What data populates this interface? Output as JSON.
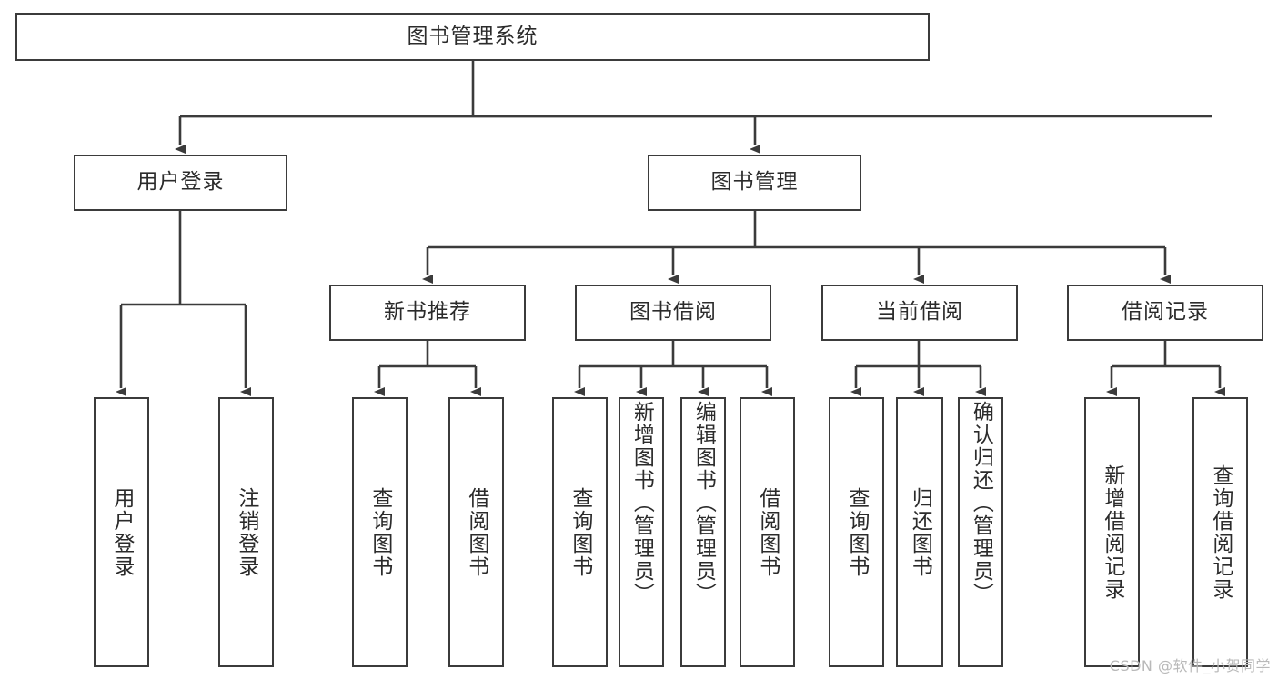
{
  "diagram": {
    "title": "图书管理系统",
    "type": "tree",
    "watermark": "CSDN @软件_小贺同学",
    "colors": {
      "box_border": "#3b3b3b",
      "box_fill": "#ffffff",
      "edge": "#3b3b3b",
      "text": "#2b2b2b",
      "watermark": "#b9b9b9",
      "background": "#ffffff"
    },
    "nodes": {
      "root": {
        "label": "图书管理系统"
      },
      "level2": [
        {
          "id": "user-login",
          "label": "用户登录"
        },
        {
          "id": "book-manage",
          "label": "图书管理"
        }
      ],
      "level3": [
        {
          "id": "new-book-recommend",
          "label": "新书推荐"
        },
        {
          "id": "book-borrow",
          "label": "图书借阅"
        },
        {
          "id": "current-borrow",
          "label": "当前借阅"
        },
        {
          "id": "borrow-record",
          "label": "借阅记录"
        }
      ],
      "leaves": [
        {
          "id": "leaf-user-login",
          "label": "用户登录",
          "parent": "user-login"
        },
        {
          "id": "leaf-logout",
          "label": "注销登录",
          "parent": "user-login"
        },
        {
          "id": "leaf-query-book-1",
          "label": "查询图书",
          "parent": "new-book-recommend"
        },
        {
          "id": "leaf-borrow-book-1",
          "label": "借阅图书",
          "parent": "new-book-recommend"
        },
        {
          "id": "leaf-query-book-2",
          "label": "查询图书",
          "parent": "book-borrow"
        },
        {
          "id": "leaf-add-book",
          "label": "新增图书（管理员）",
          "parent": "book-borrow"
        },
        {
          "id": "leaf-edit-book",
          "label": "编辑图书（管理员）",
          "parent": "book-borrow"
        },
        {
          "id": "leaf-borrow-book-2",
          "label": "借阅图书",
          "parent": "book-borrow"
        },
        {
          "id": "leaf-query-book-3",
          "label": "查询图书",
          "parent": "current-borrow"
        },
        {
          "id": "leaf-return-book",
          "label": "归还图书",
          "parent": "current-borrow"
        },
        {
          "id": "leaf-confirm-return",
          "label": "确认归还（管理员）",
          "parent": "current-borrow"
        },
        {
          "id": "leaf-add-record",
          "label": "新增借阅记录",
          "parent": "borrow-record"
        },
        {
          "id": "leaf-query-record",
          "label": "查询借阅记录",
          "parent": "borrow-record"
        }
      ]
    }
  }
}
